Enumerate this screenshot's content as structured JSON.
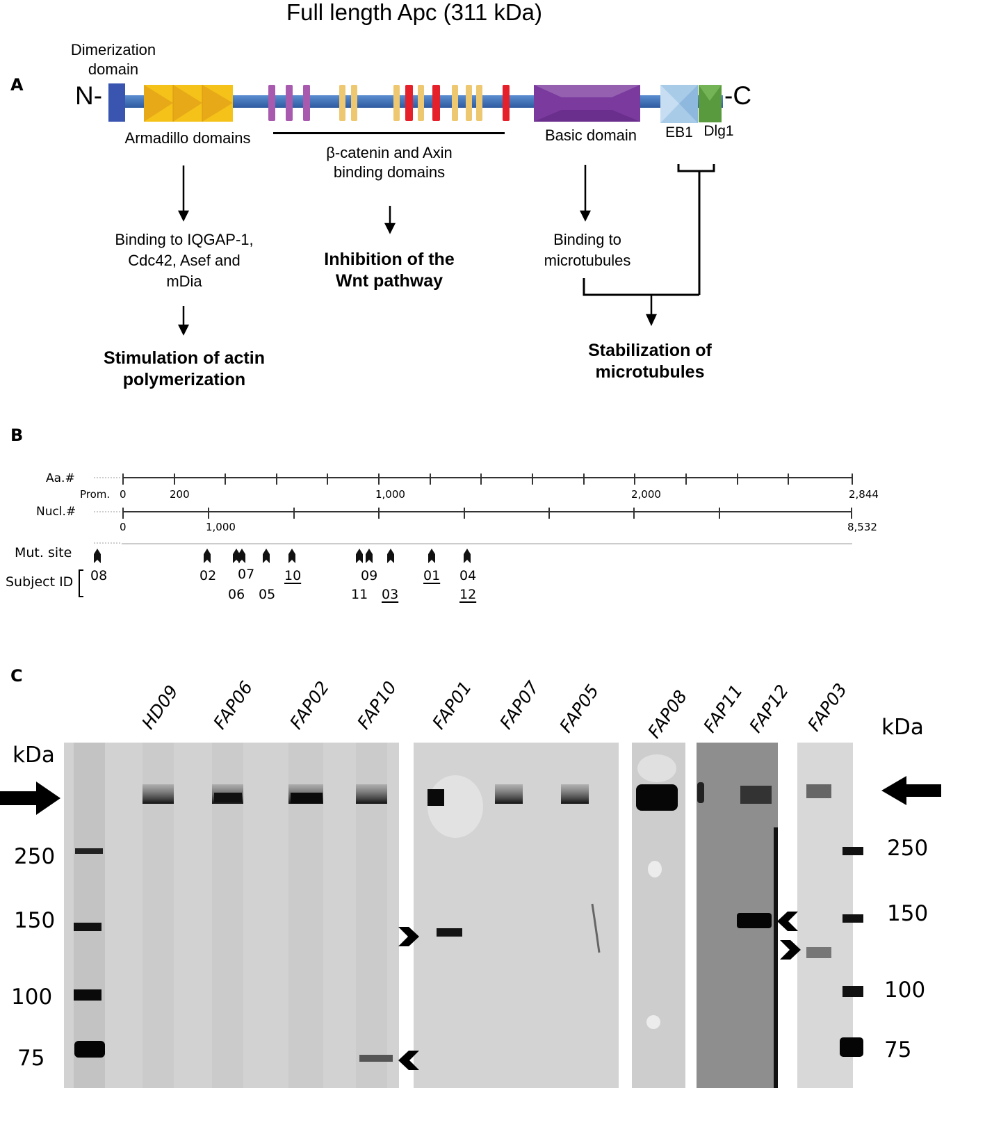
{
  "panel_a": {
    "label": "A",
    "title": "Full length Apc (311 kDa)",
    "n_term": "N-",
    "c_term": "-C",
    "domains": {
      "dimerization": "Dimerization\ndomain",
      "armadillo": "Armadillo domains",
      "beta_catenin": "β-catenin and Axin\nbinding domains",
      "basic": "Basic domain",
      "eb1": "EB1",
      "dlg1": "Dlg1"
    },
    "colors": {
      "backbone": "#3d6db5",
      "dimerization": "#3a55b0",
      "armadillo": "#f5c21a",
      "purple_repeat": "#a85aae",
      "yellow_repeat": "#eec870",
      "red_repeat": "#e5202a",
      "basic": "#7a3a9e",
      "eb1": "#a8cbe8",
      "dlg1": "#5a9a3e"
    },
    "functions": {
      "armadillo_binding": "Binding to IQGAP-1,\nCdc42, Asef and\nmDia",
      "armadillo_effect": "Stimulation of actin\npolymerization",
      "wnt_effect": "Inhibition of the\nWnt pathway",
      "basic_binding": "Binding to\nmicrotubules",
      "microtubule_effect": "Stabilization of\nmicrotubules"
    }
  },
  "panel_b": {
    "label": "B",
    "aa_row_label": "Aa.#",
    "prom_label": "Prom.",
    "nucl_row_label": "Nucl.#",
    "mut_row_label": "Mut. site",
    "subject_row_label": "Subject ID",
    "aa_ticks": [
      "0",
      "200",
      "1,000",
      "2,000",
      "2,844"
    ],
    "nucl_ticks": [
      "0",
      "1,000",
      "8,532"
    ],
    "subjects_top": [
      {
        "id": "08",
        "underlined": false
      },
      {
        "id": "02",
        "underlined": false
      },
      {
        "id": "07",
        "underlined": false
      },
      {
        "id": "10",
        "underlined": true
      },
      {
        "id": "09",
        "underlined": false
      },
      {
        "id": "01",
        "underlined": true
      },
      {
        "id": "04",
        "underlined": false
      }
    ],
    "subjects_bottom": [
      {
        "id": "06",
        "underlined": false
      },
      {
        "id": "05",
        "underlined": false
      },
      {
        "id": "11",
        "underlined": false
      },
      {
        "id": "03",
        "underlined": true
      },
      {
        "id": "12",
        "underlined": true
      }
    ]
  },
  "panel_c": {
    "label": "C",
    "kda_label": "kDa",
    "lanes": [
      "HD09",
      "FAP06",
      "FAP02",
      "FAP10",
      "FAP01",
      "FAP07",
      "FAP05",
      "FAP08",
      "FAP11",
      "FAP12",
      "FAP03"
    ],
    "markers_left": [
      "250",
      "150",
      "100",
      "75"
    ],
    "markers_right": [
      "250",
      "150",
      "100",
      "75"
    ]
  }
}
